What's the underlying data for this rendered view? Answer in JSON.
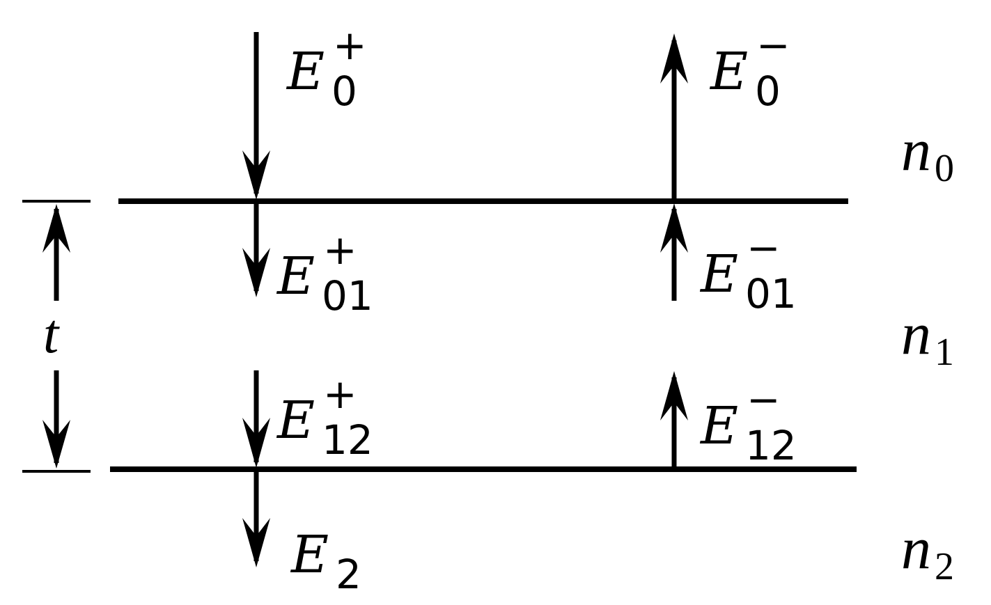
{
  "colors": {
    "ink": "#000000",
    "background": "#ffffff"
  },
  "fields": [
    {
      "id": "E0p",
      "base": "E",
      "sub": "0",
      "sup": "+",
      "direction": "down"
    },
    {
      "id": "E0m",
      "base": "E",
      "sub": "0",
      "sup": "−",
      "direction": "up"
    },
    {
      "id": "E01p",
      "base": "E",
      "sub": "01",
      "sup": "+",
      "direction": "down"
    },
    {
      "id": "E01m",
      "base": "E",
      "sub": "01",
      "sup": "−",
      "direction": "up"
    },
    {
      "id": "E12p",
      "base": "E",
      "sub": "12",
      "sup": "+",
      "direction": "down"
    },
    {
      "id": "E12m",
      "base": "E",
      "sub": "12",
      "sup": "−",
      "direction": "up"
    },
    {
      "id": "E2",
      "base": "E",
      "sub": "2",
      "sup": "",
      "direction": "down"
    }
  ],
  "media": [
    {
      "base": "n",
      "sub": "0"
    },
    {
      "base": "n",
      "sub": "1"
    },
    {
      "base": "n",
      "sub": "2"
    }
  ],
  "thickness": {
    "symbol": "t"
  }
}
